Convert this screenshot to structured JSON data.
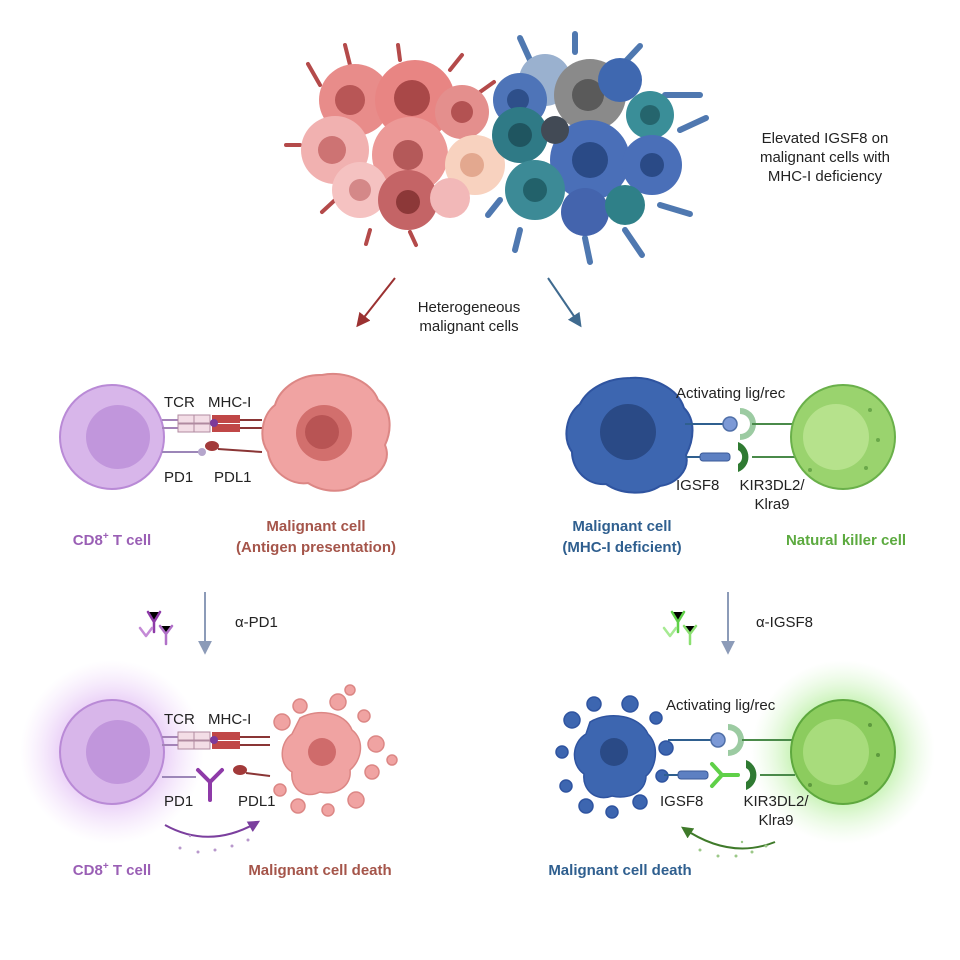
{
  "top": {
    "annotation": [
      "Elevated IGSF8 on",
      "malignant cells with",
      "MHC-I deficiency"
    ],
    "heterogeneous": [
      "Heterogeneous",
      "malignant cells"
    ]
  },
  "left": {
    "tcr": "TCR",
    "mhc": "MHC-I",
    "pd1": "PD1",
    "pdl1": "PDL1",
    "tcell": "CD8",
    "tcell_sup": "+",
    "tcell_rest": " T cell",
    "malignant": [
      "Malignant cell",
      "(Antigen presentation)"
    ],
    "treatment": "α-PD1",
    "tcr2": "TCR",
    "mhc2": "MHC-I",
    "pd1_2": "PD1",
    "pdl1_2": "PDL1",
    "tcell2": "CD8",
    "tcell2_sup": "+",
    "tcell2_rest": " T cell",
    "death": "Malignant cell death"
  },
  "right": {
    "activating": "Activating lig/rec",
    "igsf8": "IGSF8",
    "kir": [
      "KIR3DL2/",
      "Klra9"
    ],
    "malignant": [
      "Malignant cell",
      "(MHC-I deficient)"
    ],
    "nk": "Natural killer cell",
    "treatment": "α-IGSF8",
    "activating2": "Activating lig/rec",
    "igsf8_2": "IGSF8",
    "kir2": [
      "KIR3DL2/",
      "Klra9"
    ],
    "death": "Malignant cell death"
  },
  "colors": {
    "tcell": "#9a5fb5",
    "malignant_red": "#a5554a",
    "malignant_blue": "#2f5f8f",
    "nk": "#5caa3f",
    "arrow_red": "#9b3131",
    "arrow_blue": "#3f6a8f",
    "arrow_gray": "#8c9bb8"
  }
}
